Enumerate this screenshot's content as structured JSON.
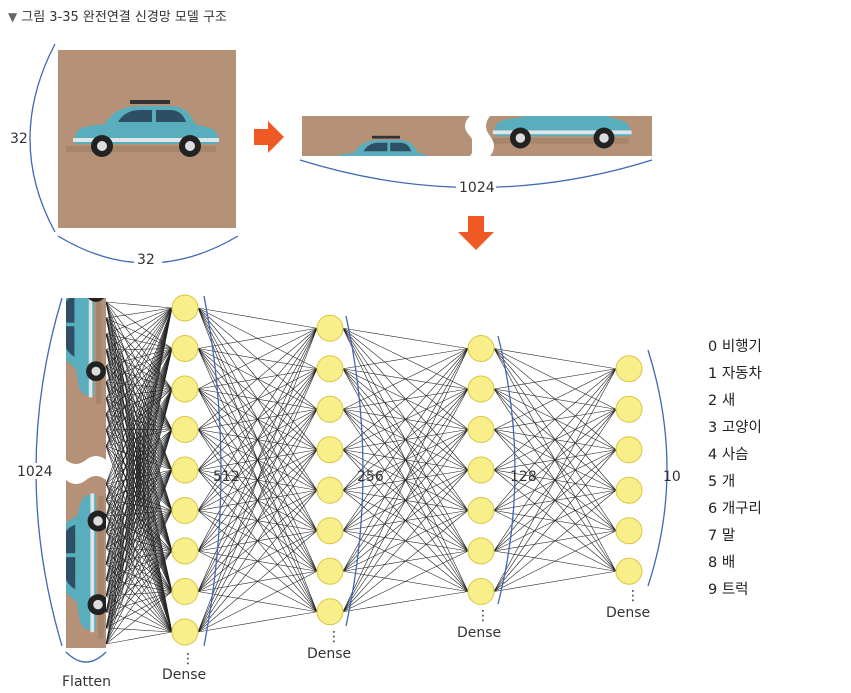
{
  "caption": {
    "title": "그림 3-35  완전연결 신경망 모델 구조"
  },
  "image": {
    "width_label": "32",
    "height_label": "32"
  },
  "flat_vector": {
    "length_label": "1024"
  },
  "network": {
    "input_label": "1024",
    "input_layer_name": "Flatten",
    "layers": [
      {
        "units": "512",
        "name": "Dense",
        "nodes": 9
      },
      {
        "units": "256",
        "name": "Dense",
        "nodes": 8
      },
      {
        "units": "128",
        "name": "Dense",
        "nodes": 7
      },
      {
        "units": "10",
        "name": "Dense",
        "nodes": 6
      }
    ],
    "ellipsis": "⋮"
  },
  "classes": [
    "0 비행기",
    "1 자동차",
    "2 새",
    "3 고양이",
    "4 사슴",
    "5 개",
    "6 개구리",
    "7 말",
    "8 배",
    "9 트럭"
  ],
  "colors": {
    "node": "#f9ef8a",
    "node_stroke": "#d9c542",
    "brace": "#3f68b5",
    "arrow": "#ef5a24",
    "bg_brown": "#b59277",
    "car": "#59aebd"
  }
}
